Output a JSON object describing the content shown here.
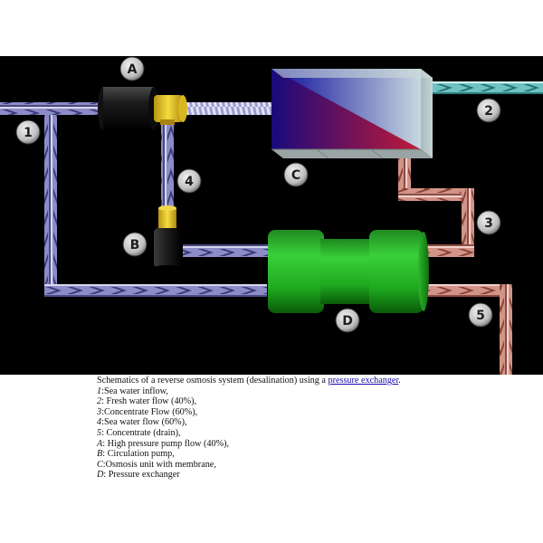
{
  "diagram": {
    "labels": {
      "n1": "1",
      "n2": "2",
      "n3": "3",
      "n4": "4",
      "n5": "5",
      "a": "A",
      "b": "B",
      "c": "C",
      "d": "D"
    },
    "colors": {
      "background": "#000000",
      "sea_water_pipe": "#8a8ac8",
      "fresh_water_pipe": "#6cc2c2",
      "concentrate_pipe": "#d49488",
      "pump": "#1a1a1a",
      "coupling": "#e8c820",
      "exchanger": "#22b022"
    }
  },
  "caption": {
    "intro": "Schematics of a reverse osmosis system (desalination) using a ",
    "link": "pressure exchanger",
    "intro_end": ".",
    "items": [
      {
        "key": "1",
        "sep": ":",
        "text": "Sea water inflow,"
      },
      {
        "key": "2",
        "sep": ": ",
        "text": "Fresh water flow (40%),"
      },
      {
        "key": "3",
        "sep": ":",
        "text": "Concentrate Flow (60%),"
      },
      {
        "key": "4",
        "sep": ":",
        "text": "Sea water flow (60%),"
      },
      {
        "key": "5",
        "sep": ": ",
        "text": "Concentrate (drain),"
      },
      {
        "key": "A",
        "sep": ":  ",
        "text": "High pressure pump flow (40%),"
      },
      {
        "key": "B",
        "sep": ": ",
        "text": "Circulation pump,"
      },
      {
        "key": "C",
        "sep": ":",
        "text": "Osmosis unit with membrane,"
      },
      {
        "key": "D",
        "sep": ": ",
        "text": "Pressure exchanger"
      }
    ]
  }
}
